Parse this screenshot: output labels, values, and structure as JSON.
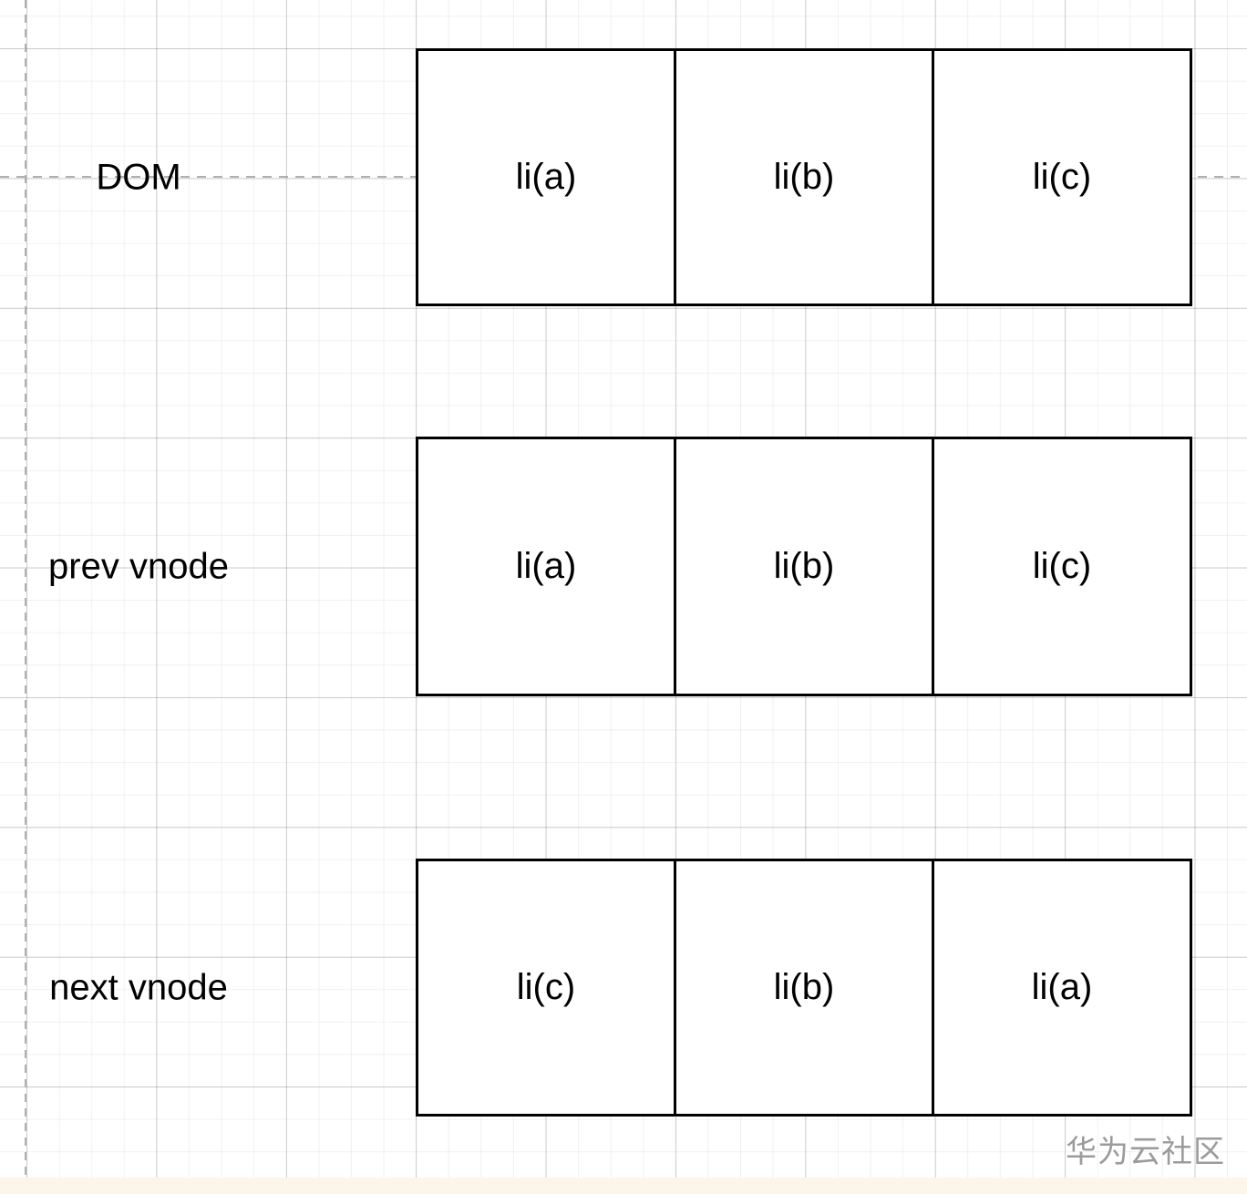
{
  "diagram": {
    "rows": [
      {
        "label": "DOM",
        "cells": [
          "li(a)",
          "li(b)",
          "li(c)"
        ]
      },
      {
        "label": "prev vnode",
        "cells": [
          "li(a)",
          "li(b)",
          "li(c)"
        ]
      },
      {
        "label": "next vnode",
        "cells": [
          "li(c)",
          "li(b)",
          "li(a)"
        ]
      }
    ]
  },
  "watermark": {
    "text": "华为云社区",
    "color": "#9b9b9b"
  },
  "colors": {
    "background": "#ffffff",
    "box_border": "#000000",
    "box_fill": "#ffffff",
    "text": "#000000",
    "grid_minor": "#f2f2f2",
    "grid_major": "#d6d6d6",
    "guide_dash": "#b0b0b0",
    "bottom_strip": "#fbf6e9"
  }
}
